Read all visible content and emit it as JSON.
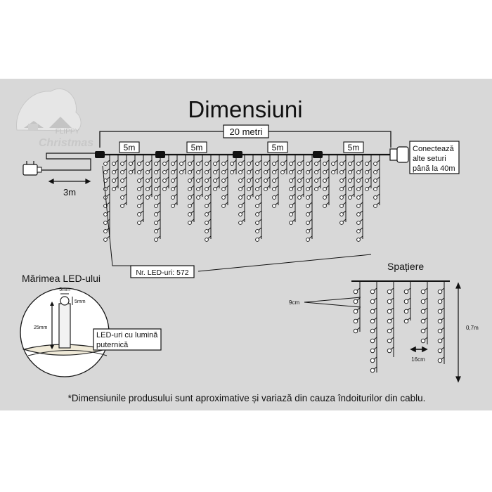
{
  "title": "Dimensiuni",
  "brand": {
    "line1": "FLIPPY",
    "line2": "Christmas"
  },
  "total_length": "20 metri",
  "segment_label": "5m",
  "segments": [
    "5m",
    "5m",
    "5m",
    "5m"
  ],
  "cable_length": "3m",
  "connect_note": [
    "Conectează",
    "alte seturi",
    "până la 40m"
  ],
  "led_count": "Nr. LED-uri: 572",
  "led_size": {
    "title": "Mărimea LED-ului",
    "width": "5mm",
    "depth": "5mm",
    "height": "25mm",
    "note": [
      "LED-uri cu lumină",
      "puternică"
    ]
  },
  "spacing": {
    "title": "Spațiere",
    "vertical": "9cm",
    "horizontal": "16cm",
    "drop": "0,7m"
  },
  "disclaimer": "*Dimensiunile produsului sunt aproximative și variază din cauza îndoiturilor din cablu.",
  "colors": {
    "panel": "#d8d8d8",
    "ink": "#111111",
    "led": "#ffffff",
    "brand": "#bdbdbd"
  },
  "icons": [
    "power-adapter-icon",
    "connector-plug-icon",
    "led-bulb-icon",
    "winter-village-logo"
  ]
}
